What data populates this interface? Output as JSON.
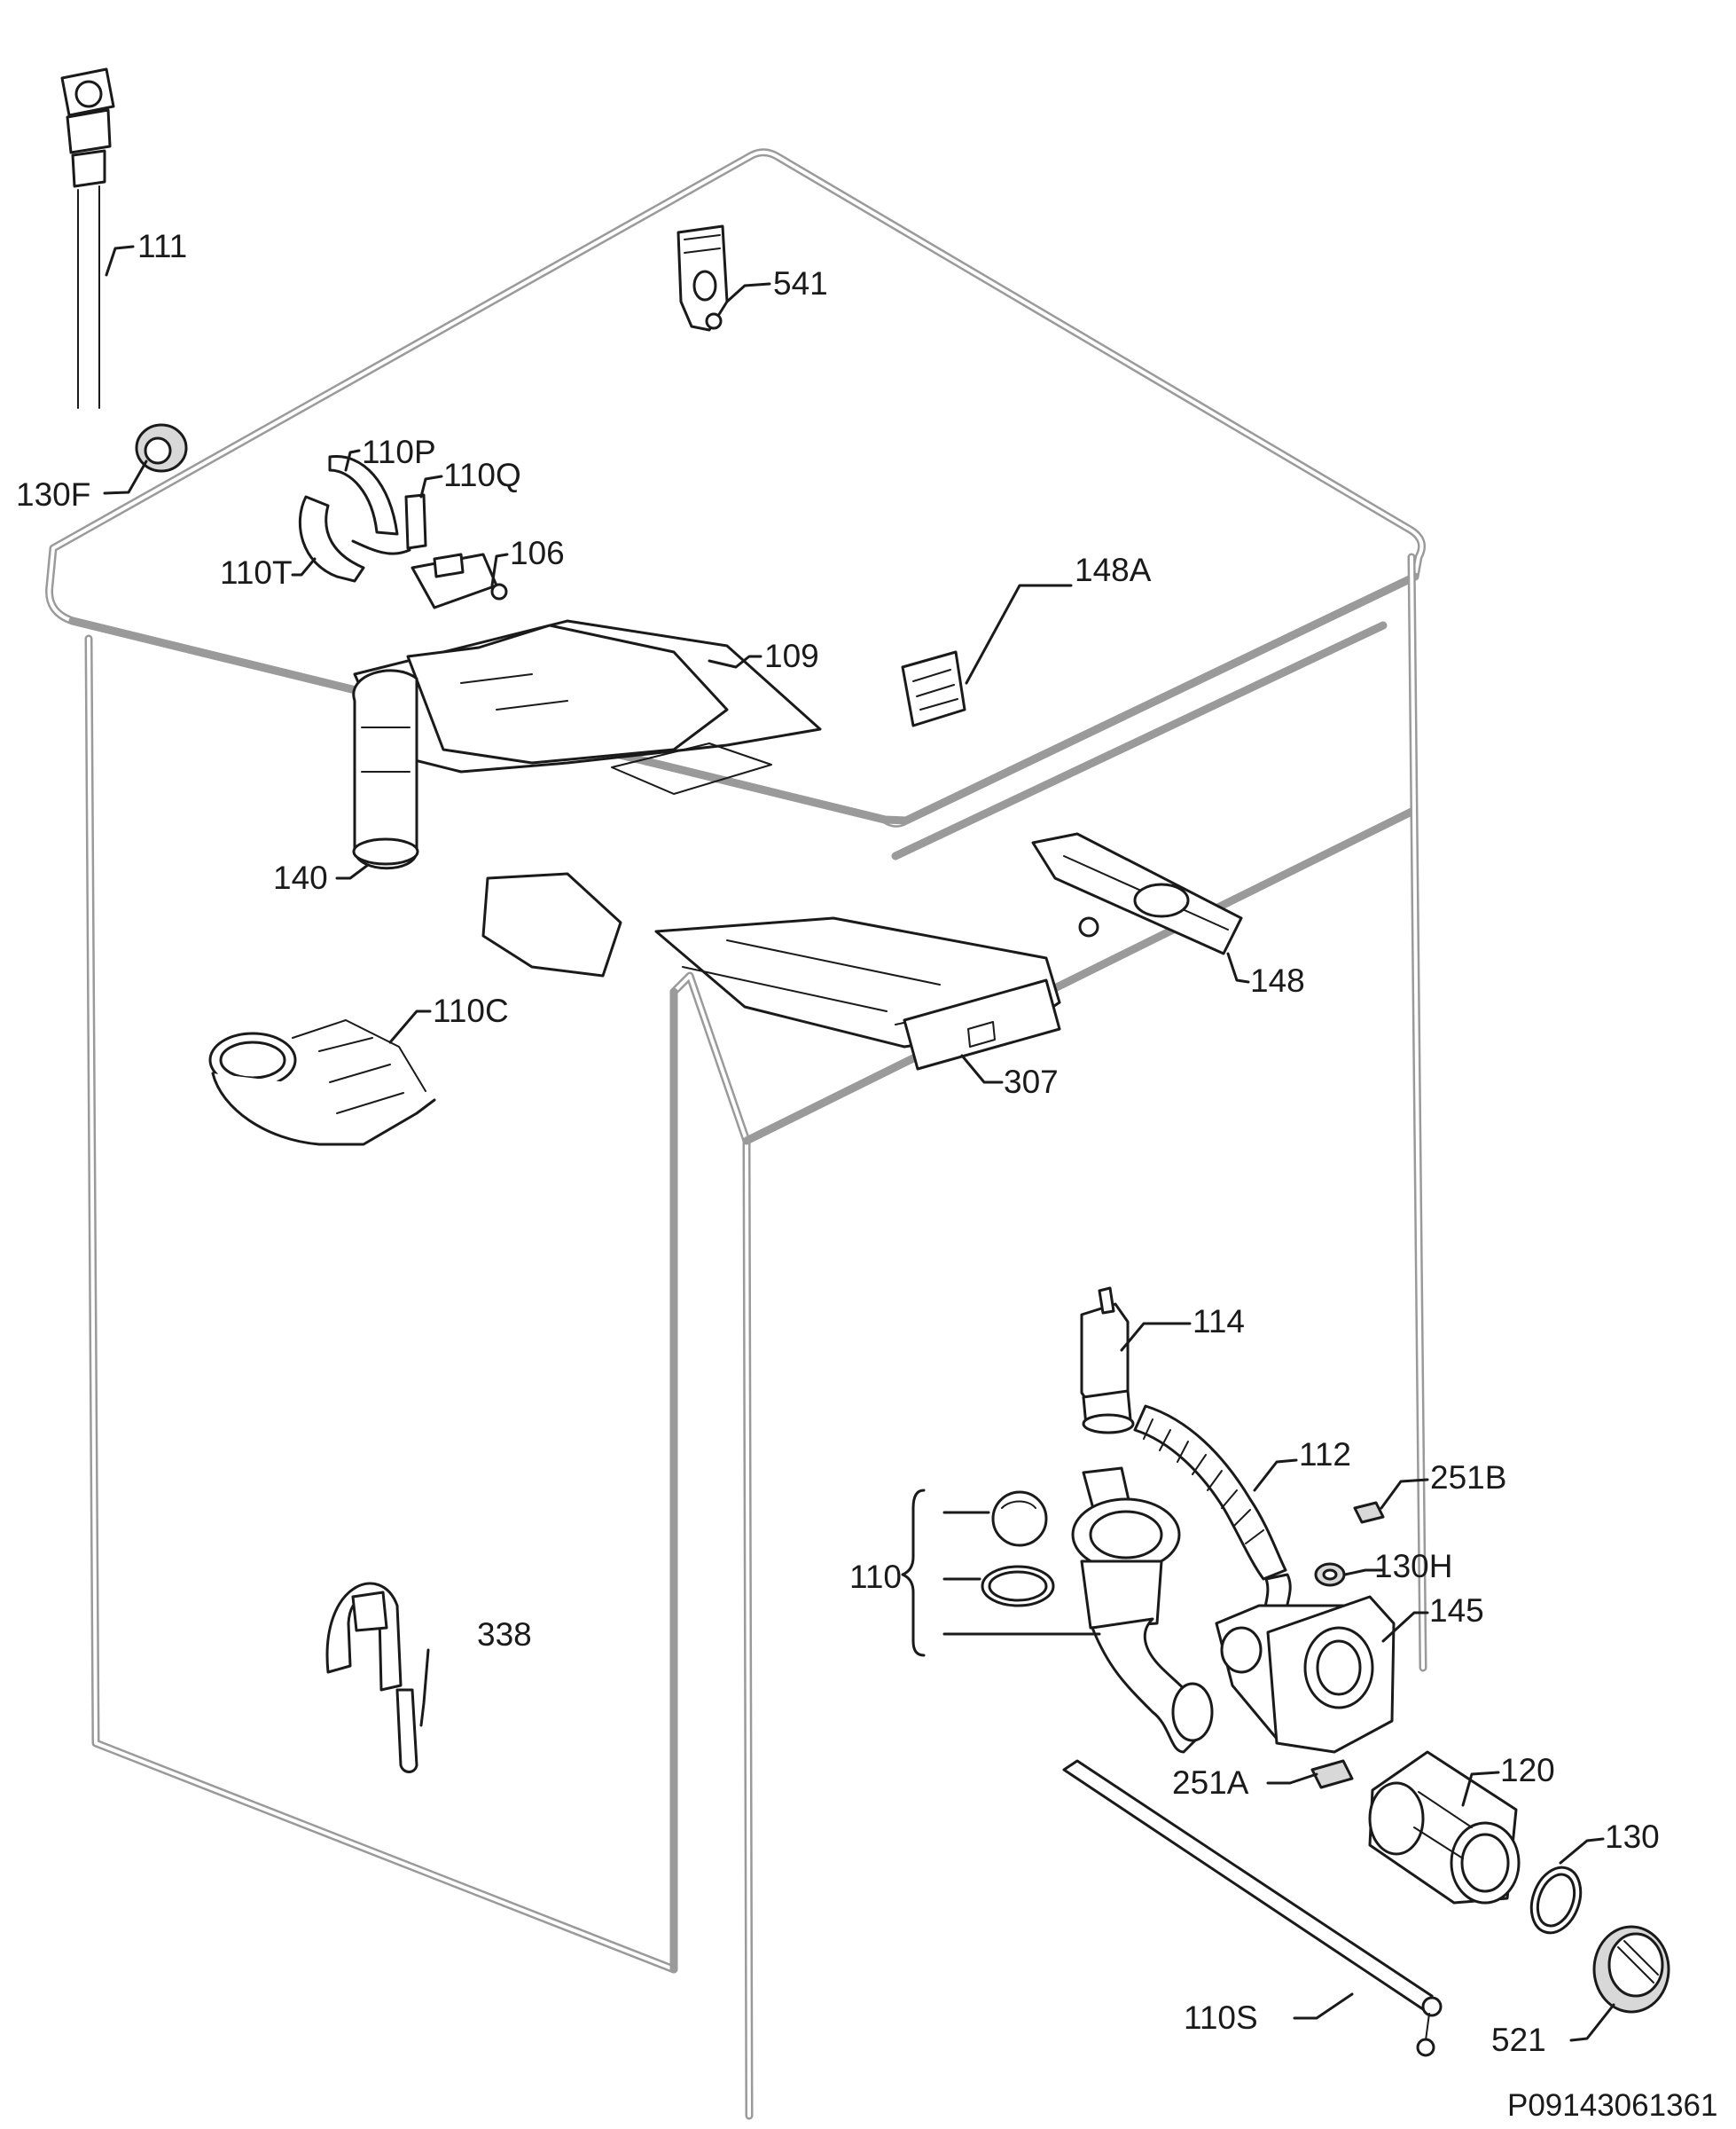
{
  "labels": {
    "l111": "111",
    "l541": "541",
    "l130F": "130F",
    "l110P": "110P",
    "l110Q": "110Q",
    "l110T": "110T",
    "l106": "106",
    "l148A": "148A",
    "l109": "109",
    "l140": "140",
    "l148": "148",
    "l110C": "110C",
    "l307": "307",
    "l114": "114",
    "l112": "112",
    "l251B": "251B",
    "l130H": "130H",
    "l110": "110",
    "l145": "145",
    "l338": "338",
    "l120": "120",
    "l251A": "251A",
    "l130": "130",
    "l110S": "110S",
    "l521": "521"
  },
  "footer": {
    "reference": "P09143061361"
  }
}
